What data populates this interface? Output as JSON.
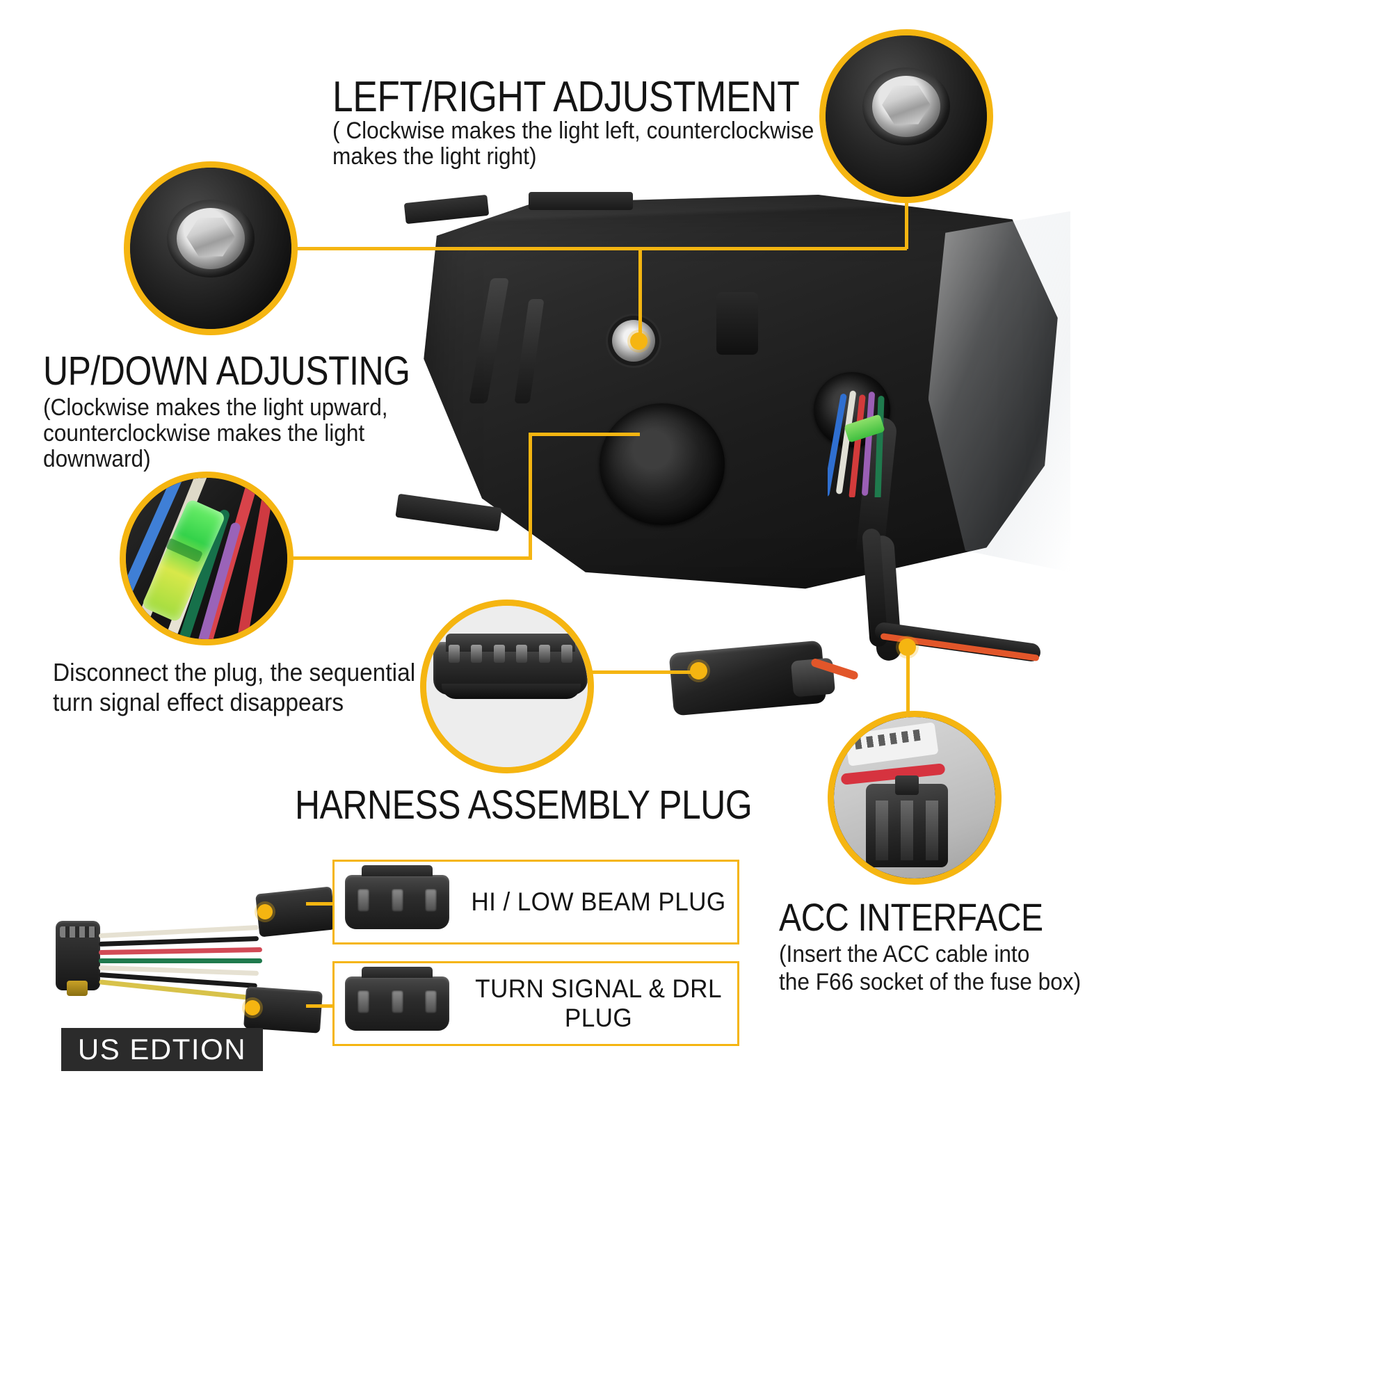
{
  "page": {
    "background": "#ffffff",
    "accent_color": "#f5b511",
    "text_color": "#141414"
  },
  "callouts": {
    "left_right": {
      "title": "LEFT/RIGHT ADJUSTMENT",
      "subtitle_line1": "( Clockwise makes the light left, counterclockwise",
      "subtitle_line2": "makes the light right)"
    },
    "up_down": {
      "title": "UP/DOWN ADJUSTING",
      "subtitle_line1": "(Clockwise makes the light upward,",
      "subtitle_line2": "counterclockwise makes the light",
      "subtitle_line3": "downward)"
    },
    "disconnect": {
      "line1": "Disconnect the plug, the sequential",
      "line2": "turn signal effect disappears"
    },
    "harness": {
      "title": "HARNESS ASSEMBLY PLUG"
    },
    "acc": {
      "title": "ACC INTERFACE",
      "subtitle_line1": "(Insert the ACC cable into",
      "subtitle_line2": "the F66 socket of the fuse box)"
    }
  },
  "harness_section": {
    "edition_badge": "US EDTION",
    "plug_labels": [
      {
        "label": "HI / LOW BEAM PLUG",
        "icon": "connector-icon"
      },
      {
        "label": "TURN SIGNAL & DRL PLUG",
        "icon": "connector-icon"
      }
    ]
  },
  "photos": {
    "left_right_bolt": "adjustment-bolt-photo",
    "up_down_bolt": "adjustment-bolt-photo",
    "wire_connector": "green-wire-connector-photo",
    "harness_plug": "harness-plug-photo",
    "acc_interface": "acc-interface-photo",
    "headlight": "headlight-assembly-photo"
  }
}
